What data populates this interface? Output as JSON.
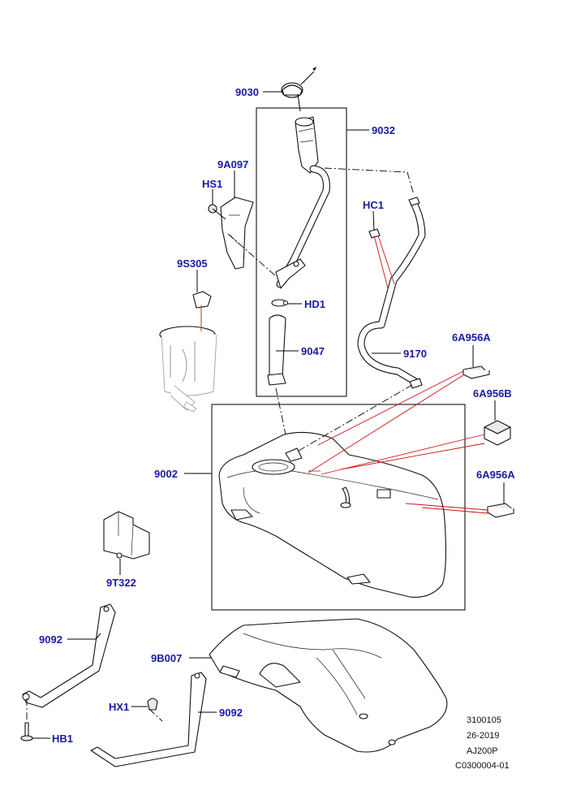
{
  "labels": {
    "p9030": "9030",
    "p9032": "9032",
    "p9A097": "9A097",
    "pHS1": "HS1",
    "pHC1": "HC1",
    "p9S305": "9S305",
    "pHD1": "HD1",
    "p9047": "9047",
    "p9170": "9170",
    "p6A956A_top": "6A956A",
    "p6A956B": "6A956B",
    "p6A956A_bottom": "6A956A",
    "p9002": "9002",
    "p9T322": "9T322",
    "p9092_left": "9092",
    "p9B007": "9B007",
    "pHX1": "HX1",
    "p9092_right": "9092",
    "pHB1": "HB1"
  },
  "reference": {
    "line1": "3100105",
    "line2": "26-2019",
    "line3": "AJ200P",
    "line4": "C0300004-01"
  },
  "colors": {
    "label": "#1a1aa6",
    "leader_highlight": "#d01010",
    "outline": "#111111"
  }
}
